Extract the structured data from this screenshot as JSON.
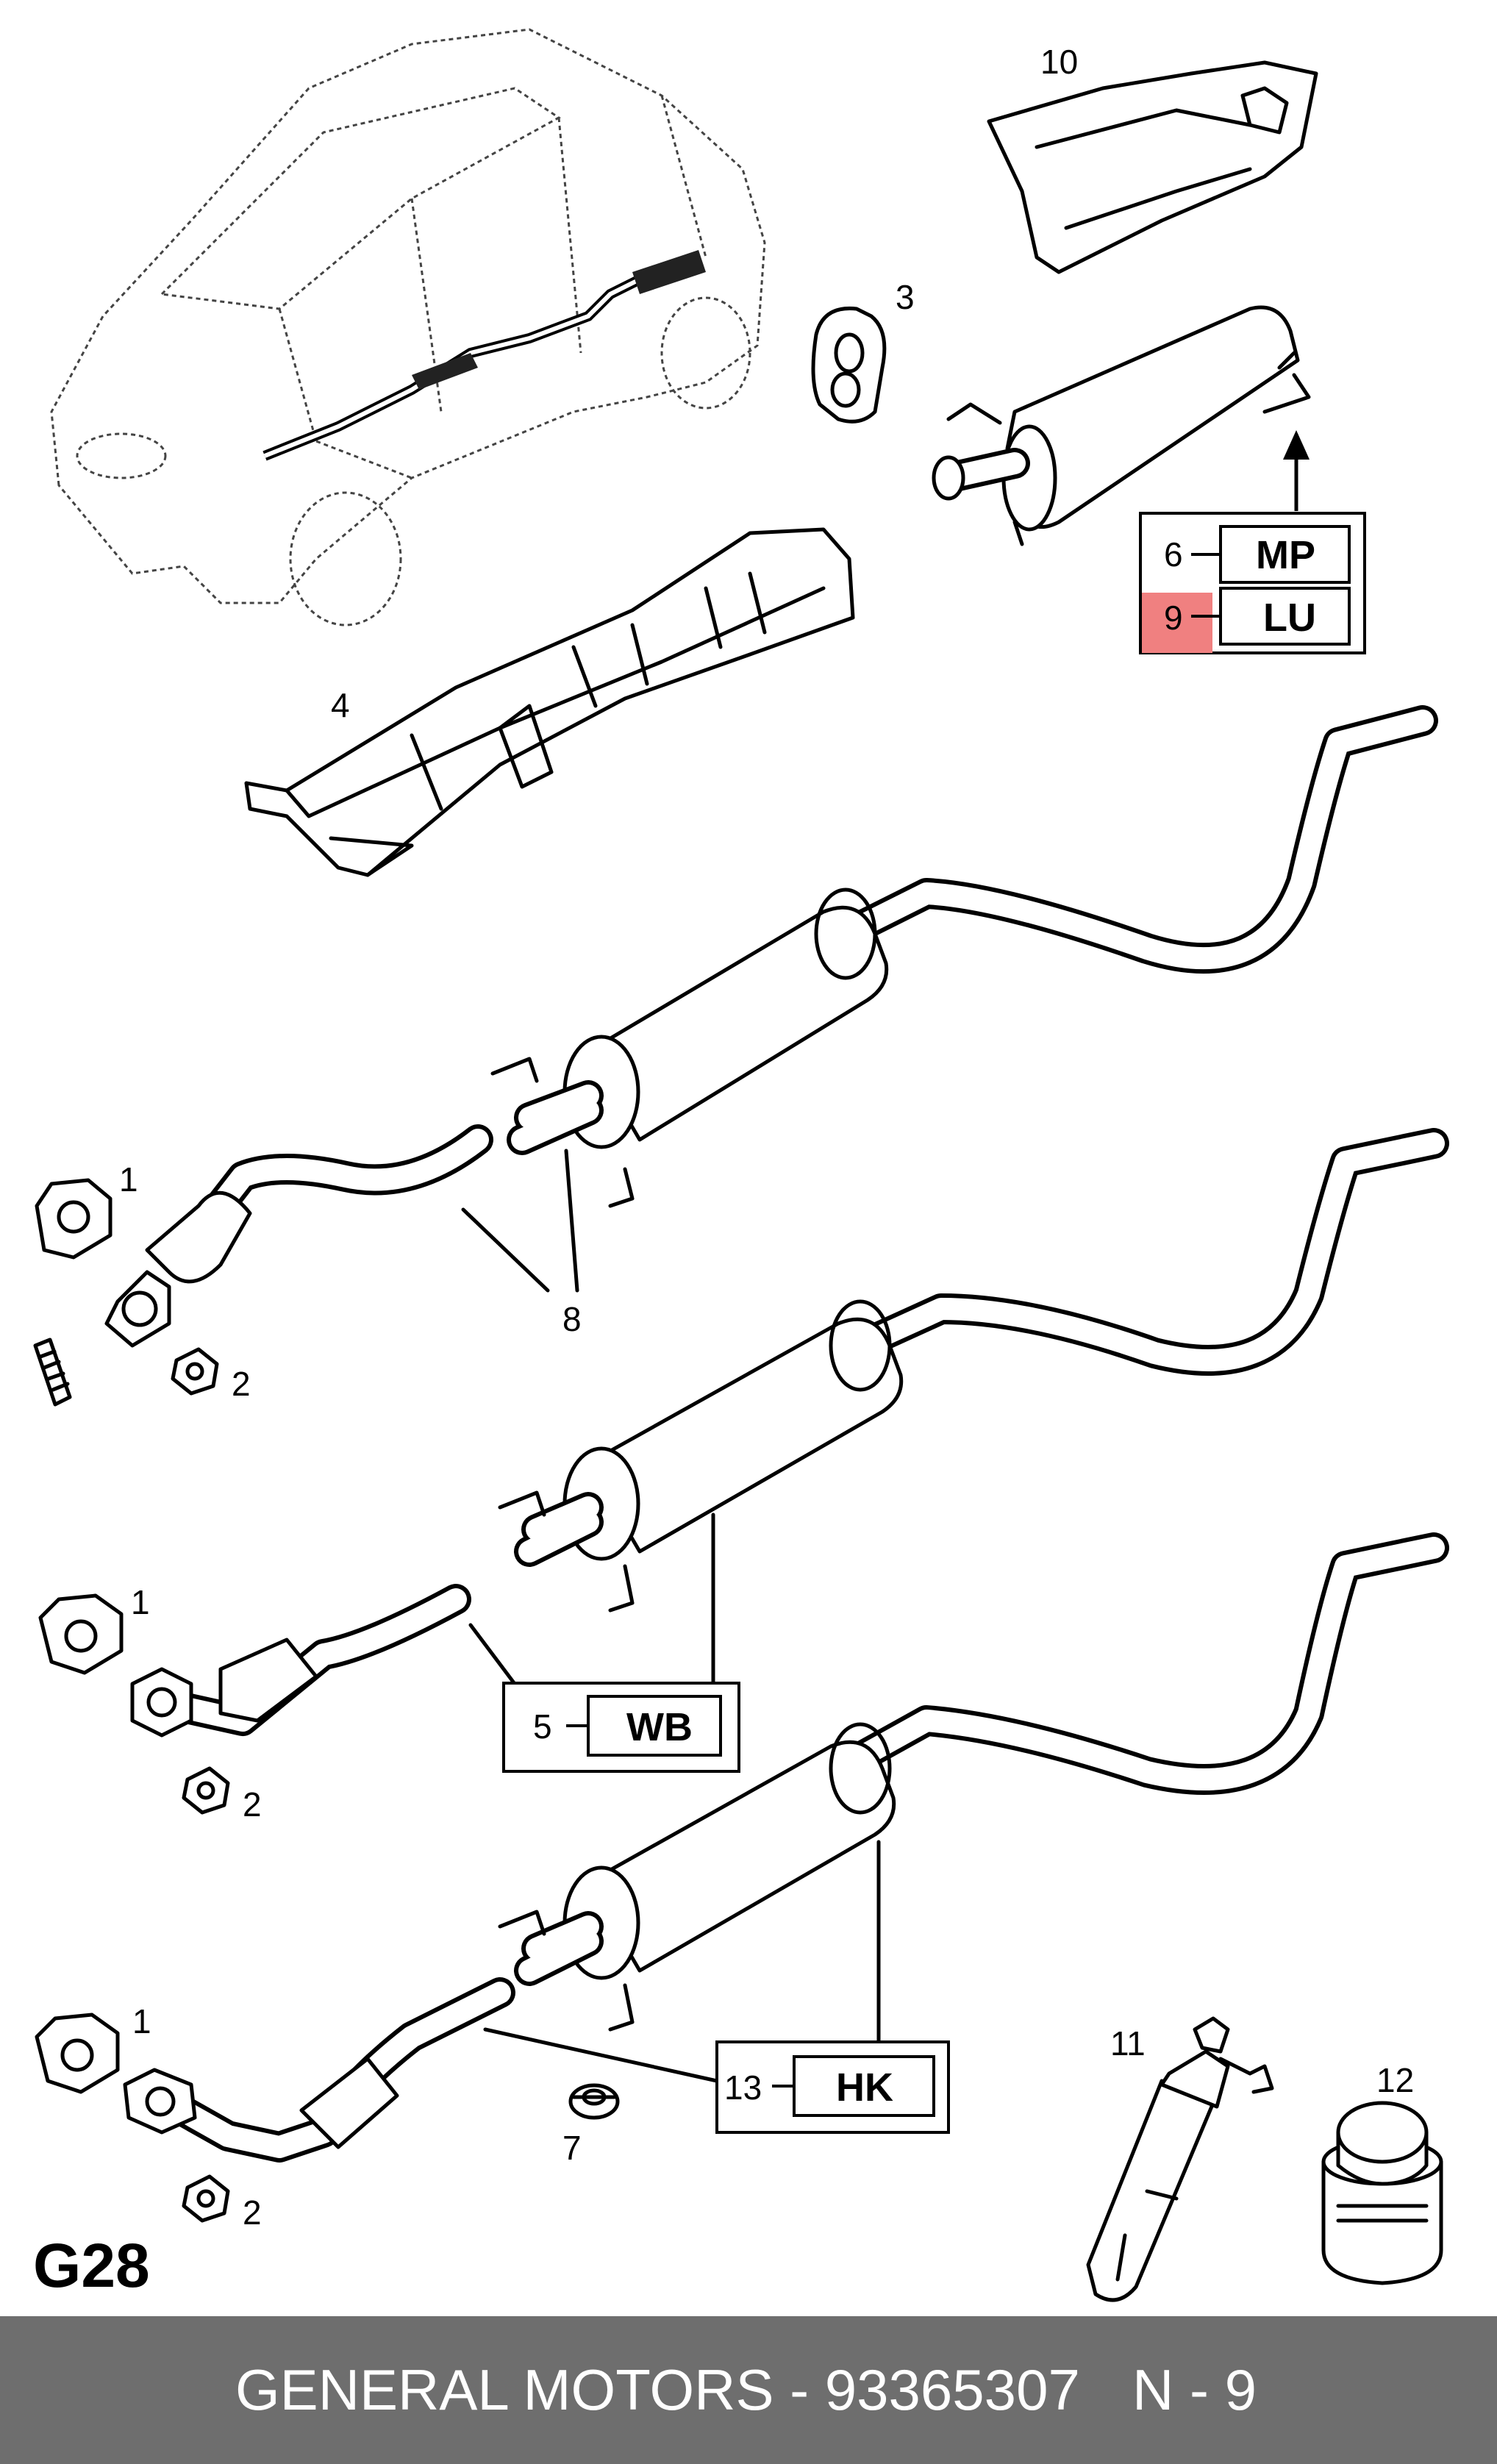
{
  "page_label": "G28",
  "callouts": {
    "c10": "10",
    "c3": "3",
    "c4": "4",
    "c1a": "1",
    "c2a": "2",
    "c8": "8",
    "c1b": "1",
    "c2b": "2",
    "c5": "5",
    "c1c": "1",
    "c2c": "2",
    "c7": "7",
    "c13": "13",
    "c11": "11",
    "c12": "12"
  },
  "legend_box_top_right": {
    "rows": [
      {
        "number": "6",
        "code": "MP"
      },
      {
        "number": "9",
        "code": "LU",
        "highlighted": true,
        "highlight_color": "#f08080"
      }
    ]
  },
  "label_box_wb": {
    "number": "5",
    "code": "WB"
  },
  "label_box_hk": {
    "number": "13",
    "code": "HK"
  },
  "footer": {
    "manufacturer_part": "GENERAL MOTORS - 93365307",
    "position": "N - 9",
    "background_color": "#6e6e6e"
  }
}
